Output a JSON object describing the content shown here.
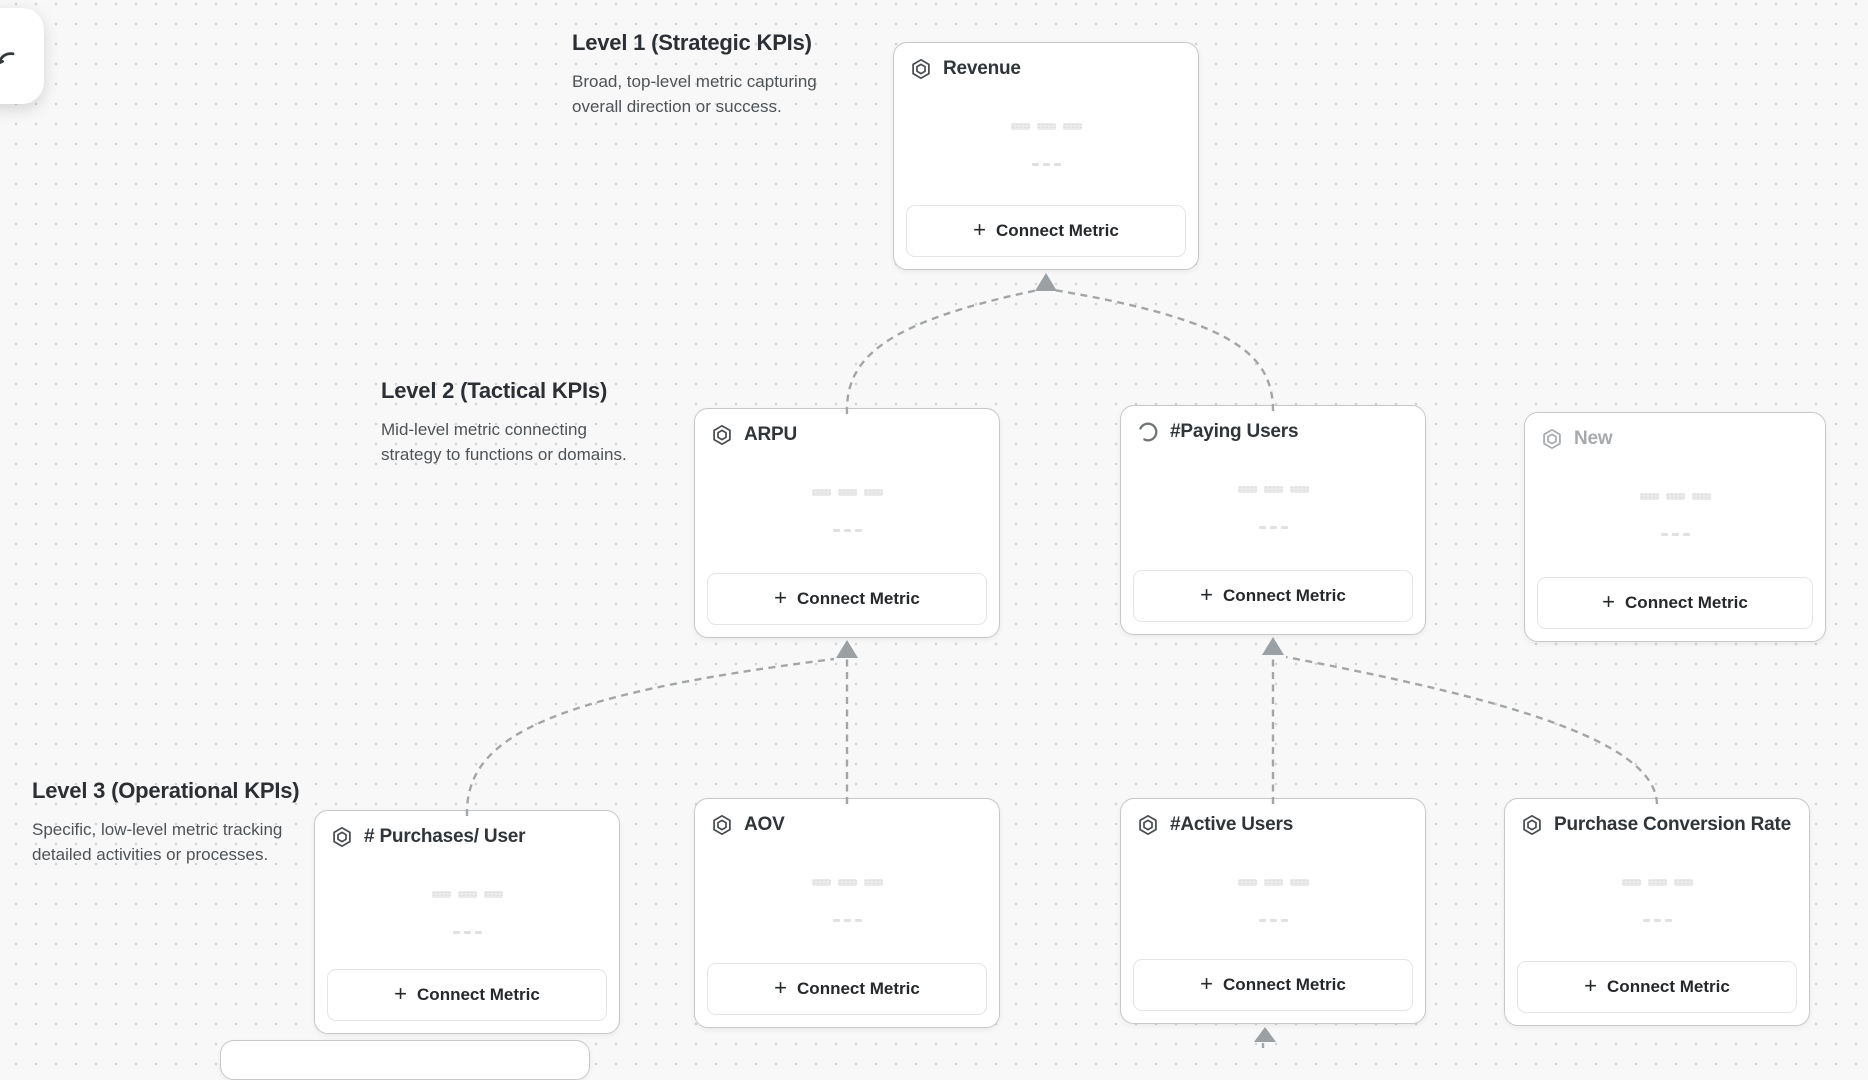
{
  "canvas": {
    "connect_metric_label": "Connect Metric",
    "levels": [
      {
        "title": "Level 1 (Strategic KPIs)",
        "description": "Broad, top-level metric capturing\noverall direction or success."
      },
      {
        "title": "Level 2 (Tactical KPIs)",
        "description": "Mid-level metric connecting\nstrategy to functions or domains."
      },
      {
        "title": "Level 3 (Operational KPIs)",
        "description": "Specific, low-level metric tracking\ndetailed activities or processes."
      }
    ],
    "nodes": [
      {
        "id": "revenue",
        "level": 1,
        "label": "Revenue",
        "icon": "hexagon-metric-icon",
        "state": "default"
      },
      {
        "id": "arpu",
        "level": 2,
        "label": "ARPU",
        "icon": "hexagon-metric-icon",
        "state": "default"
      },
      {
        "id": "paying-users",
        "level": 2,
        "label": "#Paying Users",
        "icon": "spinner-icon",
        "state": "loading"
      },
      {
        "id": "new",
        "level": 2,
        "label": "New",
        "icon": "hexagon-metric-icon",
        "state": "draft"
      },
      {
        "id": "purchases-per-user",
        "level": 3,
        "label": "# Purchases/ User",
        "icon": "hexagon-metric-icon",
        "state": "default"
      },
      {
        "id": "aov",
        "level": 3,
        "label": "AOV",
        "icon": "hexagon-metric-icon",
        "state": "default"
      },
      {
        "id": "active-users",
        "level": 3,
        "label": "#Active Users",
        "icon": "hexagon-metric-icon",
        "state": "default"
      },
      {
        "id": "purchase-conversion-rate",
        "level": 3,
        "label": "Purchase Conversion Rate",
        "icon": "hexagon-metric-icon",
        "state": "default"
      }
    ],
    "edges": [
      {
        "from": "arpu",
        "to": "revenue"
      },
      {
        "from": "paying-users",
        "to": "revenue"
      },
      {
        "from": "purchases-per-user",
        "to": "arpu"
      },
      {
        "from": "aov",
        "to": "arpu"
      },
      {
        "from": "active-users",
        "to": "paying-users"
      },
      {
        "from": "purchase-conversion-rate",
        "to": "paying-users"
      },
      {
        "from": "offscreen-below",
        "to": "active-users"
      }
    ],
    "colors": {
      "canvas_bg": "#f8f8f8",
      "grid_dot": "#d3d3d3",
      "card_border": "#c6c9cb",
      "connector": "#a3a6a8",
      "title_text": "#303539",
      "muted_text": "#a6aaad"
    }
  }
}
